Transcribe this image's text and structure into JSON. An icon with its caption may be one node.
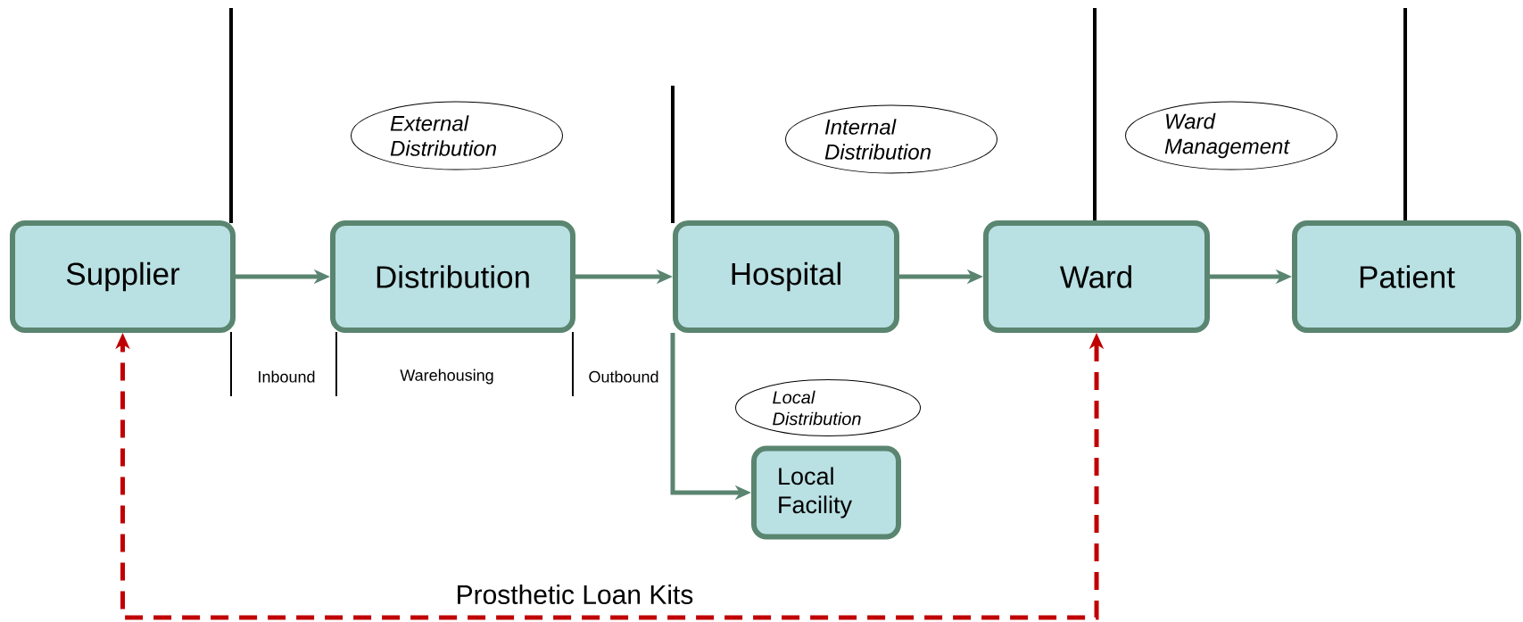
{
  "diagram": {
    "nodes": [
      {
        "text": [
          "External Distribution"
        ]
      },
      {
        "text": [
          "Internal Distribution"
        ]
      },
      {
        "text": [
          "Ward Management"
        ]
      },
      {
        "text": [
          "Supplier"
        ]
      },
      {
        "text": [
          "Distribution"
        ]
      },
      {
        "text": [
          "Hospital"
        ]
      },
      {
        "text": [
          "Ward"
        ]
      },
      {
        "text": [
          "Patient"
        ]
      },
      {
        "text": [
          "Local Distribution"
        ]
      },
      {
        "text": [
          "Local Facility"
        ]
      }
    ],
    "edges": [
      {
        "from": 3,
        "to": 4,
        "arrow": "to"
      },
      {
        "from": 4,
        "to": 5,
        "arrow": "to"
      },
      {
        "from": 5,
        "to": 6,
        "arrow": "to"
      },
      {
        "from": 6,
        "to": 7,
        "arrow": "to"
      },
      {
        "from": 5,
        "to": 9,
        "arrow": "to"
      },
      {
        "from": 3,
        "to": 6,
        "arrow": "both",
        "label": "Prosthetic Loan Kits",
        "style": "dashed",
        "color": "#c00000"
      }
    ],
    "labels": [
      "Inbound",
      "Warehousing",
      "Outbound"
    ]
  }
}
